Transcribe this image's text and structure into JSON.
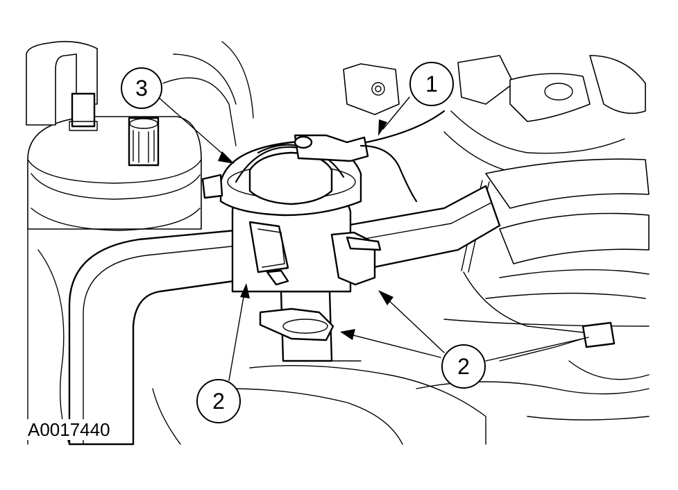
{
  "figure_id": "A0017440",
  "callouts": [
    {
      "id": "callout-1",
      "label": "1"
    },
    {
      "id": "callout-2a",
      "label": "2"
    },
    {
      "id": "callout-2b",
      "label": "2"
    },
    {
      "id": "callout-3",
      "label": "3"
    }
  ],
  "colors": {
    "ink": "#000000",
    "paper": "#ffffff"
  }
}
